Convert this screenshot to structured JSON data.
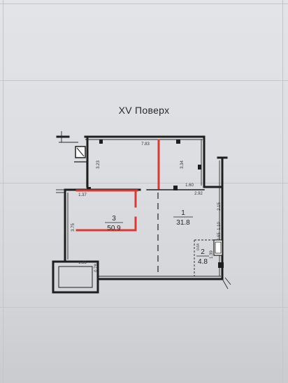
{
  "title": "XV Поверх",
  "rooms": [
    {
      "number": "1",
      "area": "31.8"
    },
    {
      "number": "2",
      "area": "4.8"
    },
    {
      "number": "3",
      "area": "50.9"
    }
  ],
  "dimensions": {
    "top_width": "7.83",
    "left_upper": "3.23",
    "right_upper": "3.34",
    "ledge_left": "1.37",
    "ledge_right_a": "1.60",
    "ledge_right_b": "2.92",
    "right_side": "2.15",
    "right_small_a": "1.10",
    "right_small_b": "0.65",
    "left_side": "3.75",
    "right_lower": "1.39",
    "bottom_left": "1.35",
    "bottom_small": "0.78",
    "wc_mark": "0.64"
  },
  "colors": {
    "wall": "#1e1e1e",
    "partition": "#d83a34",
    "paper": "#dfe1e5"
  }
}
